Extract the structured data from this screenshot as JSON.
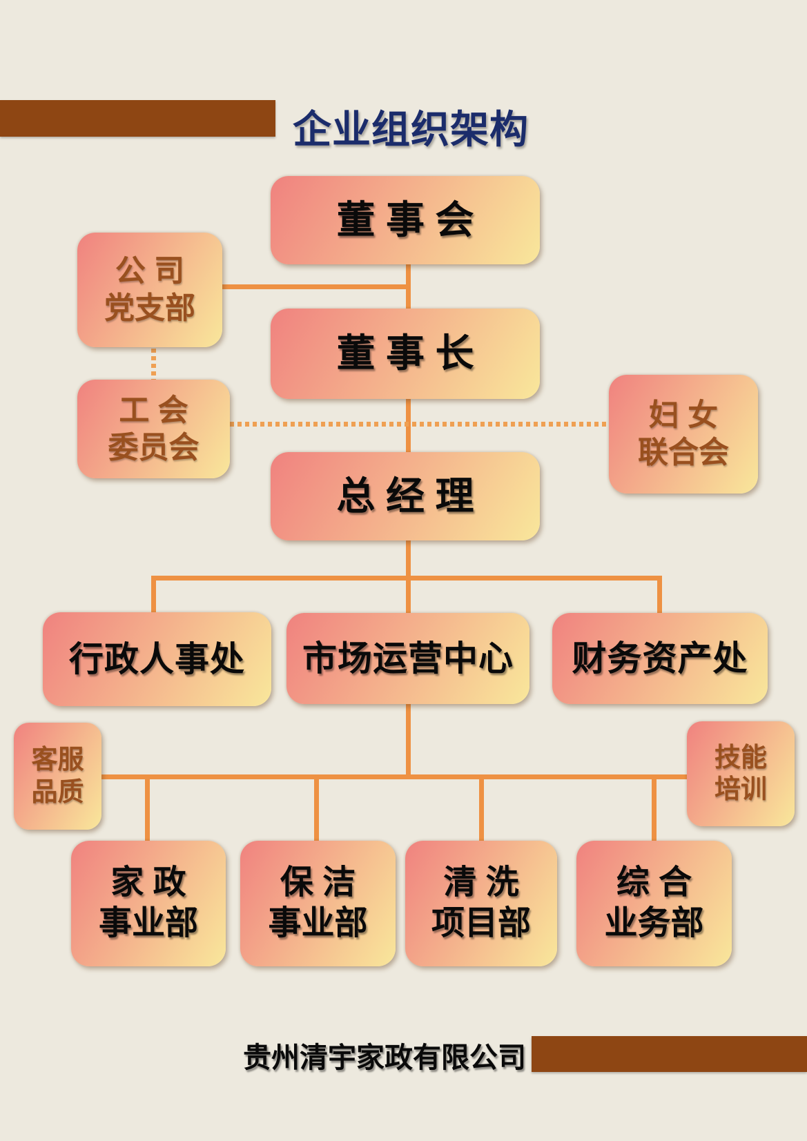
{
  "page": {
    "title": "企业组织架构",
    "footer_company": "贵州清宇家政有限公司"
  },
  "nodes": {
    "board": {
      "label": "董 事 会"
    },
    "party_branch": {
      "line1": "公 司",
      "line2": "党支部"
    },
    "chairman": {
      "label": "董 事 长"
    },
    "union_committee": {
      "line1": "工 会",
      "line2": "委员会"
    },
    "women_federation": {
      "line1": "妇 女",
      "line2": "联合会"
    },
    "general_manager": {
      "label": "总 经 理"
    },
    "admin_hr": {
      "label": "行政人事处"
    },
    "market_ops": {
      "label": "市场运营中心"
    },
    "finance_assets": {
      "label": "财务资产处"
    },
    "service_quality": {
      "line1": "客服",
      "line2": "品质"
    },
    "skills_training": {
      "line1": "技能",
      "line2": "培训"
    },
    "housekeeping": {
      "line1": "家 政",
      "line2": "事业部"
    },
    "cleaning": {
      "line1": "保 洁",
      "line2": "事业部"
    },
    "washing": {
      "line1": "清 洗",
      "line2": "项目部"
    },
    "general_business": {
      "line1": "综 合",
      "line2": "业务部"
    }
  },
  "colors": {
    "background": "#EDE9DE",
    "bar_brown": "#8E4613",
    "title_navy": "#1B2C6B",
    "line_orange": "#EE9143",
    "dotted_orange": "#EFA053",
    "box_gradient_start": "#F0827F",
    "box_gradient_end": "#F9E79B",
    "text_brown": "#99501F"
  }
}
